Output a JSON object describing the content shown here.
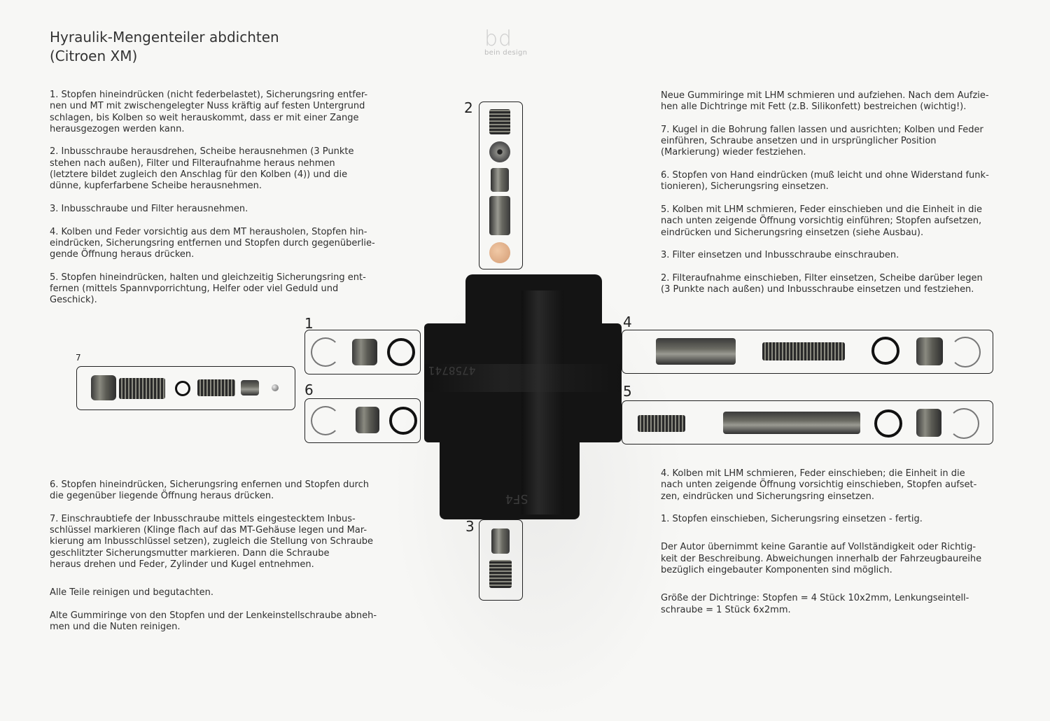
{
  "title": {
    "line1": "Hyraulik-Mengenteiler abdichten",
    "line2": "(Citroen XM)"
  },
  "logo": {
    "mark": "bd",
    "sub": "bein design"
  },
  "left_top": [
    "1. Stopfen hineindrücken (nicht federbelastet), Sicherungsring entfer-\nnen und MT mit zwischengelegter Nuss kräftig auf festen Untergrund\nschlagen, bis Kolben so weit herauskommt, dass er mit einer Zange\nherausgezogen werden kann.",
    "2. Inbusschraube herausdrehen, Scheibe herausnehmen (3 Punkte\nstehen nach außen), Filter und Filteraufnahme heraus nehmen\n(letztere bildet zugleich den Anschlag für den Kolben (4)) und die\ndünne, kupferfarbene Scheibe herausnehmen.",
    "3. Inbusschraube und Filter herausnehmen.",
    "4. Kolben und Feder vorsichtig aus dem MT herausholen, Stopfen hin-\neindrücken, Sicherungsring entfernen und Stopfen durch gegenüberlie-\ngende Öffnung heraus drücken.",
    "5. Stopfen hineindrücken, halten und gleichzeitig Sicherungsring ent-\nfernen (mittels Spannvporrichtung, Helfer oder viel Geduld und\nGeschick)."
  ],
  "right_top": [
    "Neue Gummiringe mit LHM schmieren und aufziehen. Nach dem Aufzie-\nhen alle Dichtringe mit Fett (z.B. Silikonfett) bestreichen (wichtig!).",
    "7. Kugel in die Bohrung fallen lassen und ausrichten; Kolben und Feder\neinführen, Schraube ansetzen und in ursprünglicher Position\n(Markierung) wieder festziehen.",
    "6. Stopfen von Hand eindrücken (muß leicht und ohne Widerstand funk-\ntionieren), Sicherungsring einsetzen.",
    "5. Kolben mit LHM schmieren, Feder einschieben und die Einheit in die\nnach unten zeigende Öffnung vorsichtig einführen; Stopfen aufsetzen,\neindrücken und Sicherungsring einsetzen (siehe Ausbau).",
    "3. Filter einsetzen und Inbusschraube einschrauben.",
    "2. Filteraufnahme einschieben, Filter einsetzen, Scheibe darüber legen\n(3 Punkte nach außen) und Inbusschraube einsetzen und festziehen."
  ],
  "left_bottom": [
    "6. Stopfen hineindrücken, Sicherungsring enfernen und Stopfen durch\ndie gegenüber liegende Öffnung heraus drücken.",
    "7. Einschraubtiefe der Inbusschraube mittels eingestecktem Inbus-\nschlüssel markieren (Klinge flach auf das MT-Gehäuse legen und Mar-\nkierung am Inbusschlüssel setzen), zugleich die Stellung von Schraube\ngeschlitzter               Sicherungsmutter markieren. Dann die Schraube\nheraus drehen und Feder, Zylinder und Kugel entnehmen.",
    "Alle Teile reinigen und begutachten.",
    "Alte Gummiringe von den Stopfen und der Lenkeinstellschraube abneh-\nmen und die Nuten reinigen."
  ],
  "right_bottom": [
    "4. Kolben mit LHM schmieren, Feder einschieben; die Einheit in die\nnach unten zeigende Öffnung vorsichtig einschieben, Stopfen aufset-\nzen, eindrücken und Sicherungsring einsetzen.",
    "1. Stopfen einschieben, Sicherungsring einsetzen - fertig.",
    "Der Autor übernimmt keine Garantie auf Vollständigkeit oder Richtig-\nkeit der Beschreibung. Abweichungen innerhalb der Fahrzeugbaureihe\nbezüglich eingebauter Komponenten sind möglich.",
    "Größe der Dichtringe: Stopfen = 4 Stück 10x2mm, Lenkungseintell-\nschraube = 1 Stück 6x2mm."
  ],
  "labels": {
    "n1": "1",
    "n2": "2",
    "n3": "3",
    "n4": "4",
    "n5": "5",
    "n6": "6",
    "n7": "7"
  },
  "engraving": {
    "a": "4758741",
    "b": "SF4"
  }
}
